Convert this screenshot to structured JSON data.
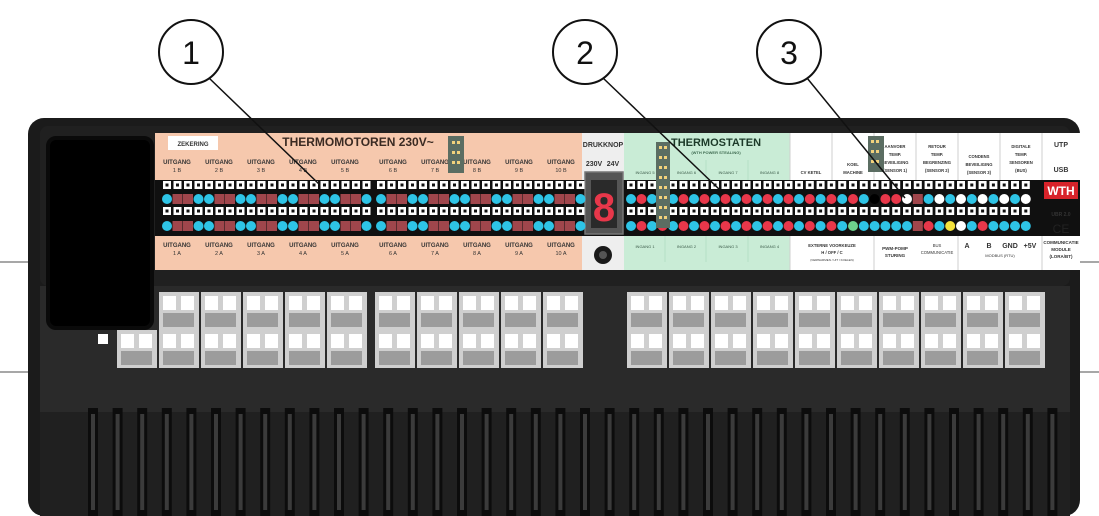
{
  "callouts": [
    "1",
    "2",
    "3"
  ],
  "header": {
    "zekering": "ZEKERING",
    "thermo_title": "THERMOMOTOREN 230V~",
    "drukknop": "DRUKKNOP",
    "v230": "230V",
    "v24": "24V",
    "thermostaten": "THERMOSTATEN",
    "thermostaten_sub": "(WTH POWER STEALING)",
    "utp": "UTP",
    "usb": "USB",
    "brand": "WTH",
    "ubrn": "UBR 2.0",
    "ce": "CE",
    "comm": [
      "COMMUNICATIE",
      "MODULE",
      "(LORA/BT)"
    ]
  },
  "uitgang_top": [
    {
      "a": "UITGANG",
      "b": "1 B"
    },
    {
      "a": "UITGANG",
      "b": "2 B"
    },
    {
      "a": "UITGANG",
      "b": "3 B"
    },
    {
      "a": "UITGANG",
      "b": "4 B"
    },
    {
      "a": "UITGANG",
      "b": "5 B"
    },
    {
      "a": "UITGANG",
      "b": "6 B"
    },
    {
      "a": "UITGANG",
      "b": "7 B"
    },
    {
      "a": "UITGANG",
      "b": "8 B"
    },
    {
      "a": "UITGANG",
      "b": "9 B"
    },
    {
      "a": "UITGANG",
      "b": "10 B"
    }
  ],
  "uitgang_bottom": [
    {
      "a": "UITGANG",
      "b": "1 A"
    },
    {
      "a": "UITGANG",
      "b": "2 A"
    },
    {
      "a": "UITGANG",
      "b": "3 A"
    },
    {
      "a": "UITGANG",
      "b": "4 A"
    },
    {
      "a": "UITGANG",
      "b": "5 A"
    },
    {
      "a": "UITGANG",
      "b": "6 A"
    },
    {
      "a": "UITGANG",
      "b": "7 A"
    },
    {
      "a": "UITGANG",
      "b": "8 A"
    },
    {
      "a": "UITGANG",
      "b": "9 A"
    },
    {
      "a": "UITGANG",
      "b": "10 A"
    }
  ],
  "ingang_top": [
    "INGANG 5",
    "INGANG 6",
    "INGANG 7",
    "INGANG 8"
  ],
  "ingang_bottom": [
    "INGANG 1",
    "INGANG 2",
    "INGANG 3",
    "INGANG 4"
  ],
  "right_top": [
    {
      "lines": [
        "CV KETEL"
      ]
    },
    {
      "lines": [
        "KOEL",
        "MACHINE"
      ]
    },
    {
      "lines": [
        "AANVOER",
        "TEMP.",
        "BEVEILIGING",
        "(SENSOR 1)"
      ]
    },
    {
      "lines": [
        "RETOUR",
        "TEMP.",
        "BEGRENZING",
        "(SENSOR 2)"
      ]
    },
    {
      "lines": [
        "CONDENS",
        "BEVEILIGING",
        "(SENSOR 3)"
      ]
    },
    {
      "lines": [
        "DIGITALE",
        "TEMP.",
        "SENSOREN",
        "(BUS)"
      ]
    }
  ],
  "right_bottom": {
    "extern": [
      "EXTERNE VOORKEUZE",
      "H / OFF / C",
      "(VERWARMEN / UIT / KOELEN)"
    ],
    "pwm": [
      "PWM-POMP",
      "STURING"
    ],
    "bus": [
      "BUS",
      "COMMUNICATIE"
    ],
    "modbus_terms": [
      "A",
      "B",
      "GND",
      "+5V"
    ],
    "modbus": "MODBUS (RTU)"
  },
  "digit": "8",
  "colors": {
    "salmon": "#f6c8ad",
    "green": "#c9ecd6",
    "cyan": "#2ec4e6",
    "red": "#e8374a",
    "darkred": "#a0464c",
    "housing": "#232323",
    "housing_top": "#111111",
    "brand": "#d8232a",
    "yellow": "#f5e33c",
    "lightgreen": "#6ed08c"
  }
}
